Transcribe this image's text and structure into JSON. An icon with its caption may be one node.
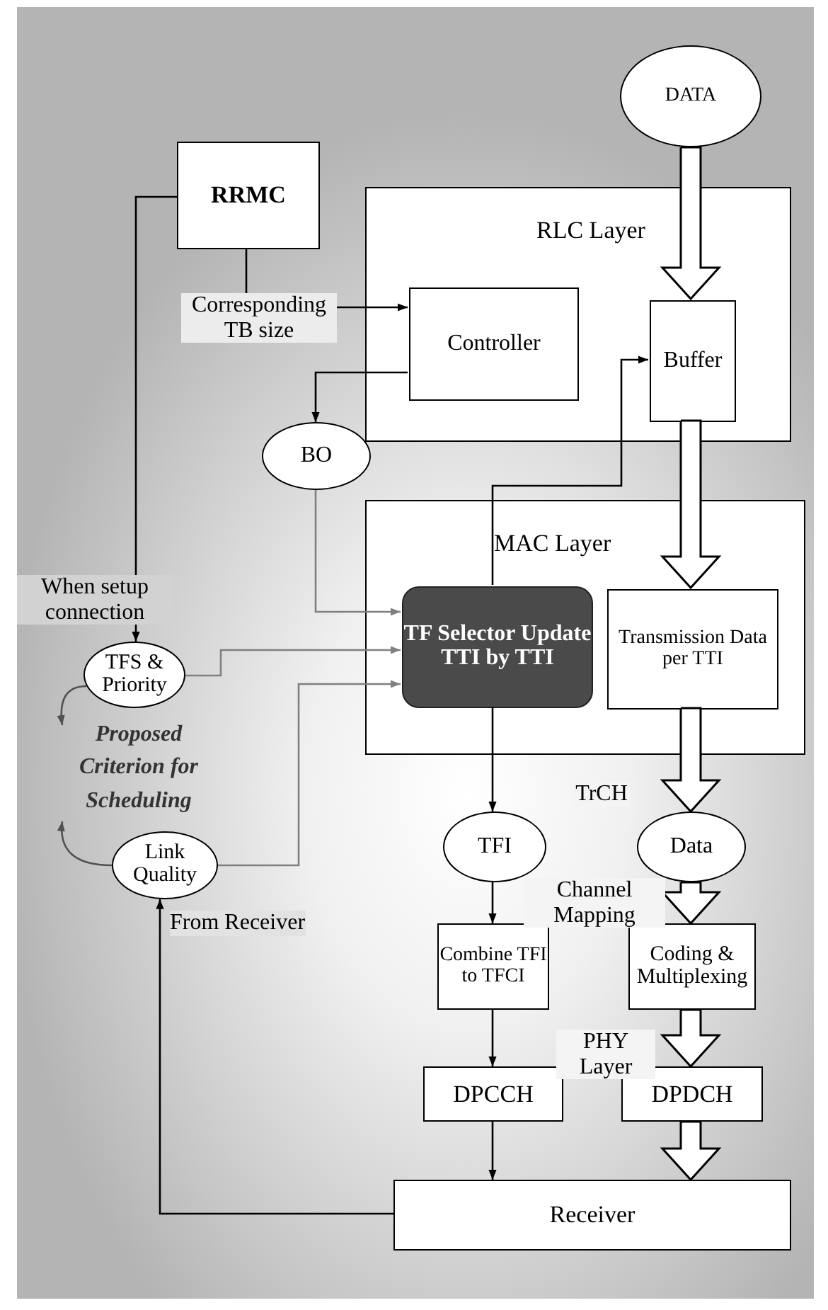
{
  "diagram": {
    "nodes": [
      {
        "text": [
          "DATA"
        ]
      },
      {
        "text": [
          "RRMC"
        ]
      },
      {
        "text": [
          "RLC Layer"
        ]
      },
      {
        "text": [
          "Controller"
        ],
        "in": 2
      },
      {
        "text": [
          "Buffer"
        ],
        "in": 2
      },
      {
        "text": [
          "BO"
        ]
      },
      {
        "text": [
          "MAC Layer"
        ]
      },
      {
        "text": [
          "TF Selector Update TTI by TTI"
        ],
        "in": 6
      },
      {
        "text": [
          "Transmission Data per TTI"
        ],
        "in": 6
      },
      {
        "text": [
          "TFS & Priority"
        ]
      },
      {
        "text": [
          "Link Quality"
        ]
      },
      {
        "text": [
          "TFI"
        ]
      },
      {
        "text": [
          "Data"
        ]
      },
      {
        "text": [
          "Combine TFI to TFCI"
        ]
      },
      {
        "text": [
          "Coding & Multiplexing"
        ]
      },
      {
        "text": [
          "DPCCH"
        ]
      },
      {
        "text": [
          "DPDCH"
        ]
      },
      {
        "text": [
          "Receiver"
        ]
      },
      {
        "text": [
          "Proposed Criterion for Scheduling"
        ]
      }
    ],
    "edges": [
      {
        "from": 0,
        "to": 4,
        "arrow": "to",
        "style": "thick"
      },
      {
        "from": 4,
        "to": 8,
        "arrow": "to",
        "style": "thick"
      },
      {
        "from": 8,
        "to": 12,
        "arrow": "to",
        "style": "thick"
      },
      {
        "from": 12,
        "to": 14,
        "arrow": "to",
        "style": "thick"
      },
      {
        "from": 14,
        "to": 16,
        "arrow": "to",
        "style": "thick"
      },
      {
        "from": 16,
        "to": 17,
        "arrow": "to",
        "style": "thick"
      },
      {
        "from": 1,
        "to": 3,
        "arrow": "to",
        "label": "Corresponding TB size"
      },
      {
        "from": 1,
        "to": 9,
        "arrow": "to",
        "label": "When setup connection"
      },
      {
        "from": 3,
        "to": 5,
        "arrow": "to"
      },
      {
        "from": 5,
        "to": 7,
        "arrow": "to",
        "color": "#808080"
      },
      {
        "from": 9,
        "to": 7,
        "arrow": "to",
        "color": "#808080"
      },
      {
        "from": 10,
        "to": 7,
        "arrow": "to",
        "color": "#808080"
      },
      {
        "from": 7,
        "to": 4,
        "arrow": "to"
      },
      {
        "from": 7,
        "to": 11,
        "arrow": "to"
      },
      {
        "from": 11,
        "to": 13,
        "arrow": "to"
      },
      {
        "from": 13,
        "to": 15,
        "arrow": "to"
      },
      {
        "from": 15,
        "to": 17,
        "arrow": "to"
      },
      {
        "from": 17,
        "to": 10,
        "arrow": "to",
        "label": "From Receiver"
      },
      {
        "from": 9,
        "to": 18,
        "arrow": "to",
        "color": "#505050"
      },
      {
        "from": 10,
        "to": 18,
        "arrow": "to",
        "color": "#505050"
      }
    ],
    "labels": [
      "TrCH",
      "Channel Mapping",
      "PHY Layer"
    ]
  }
}
